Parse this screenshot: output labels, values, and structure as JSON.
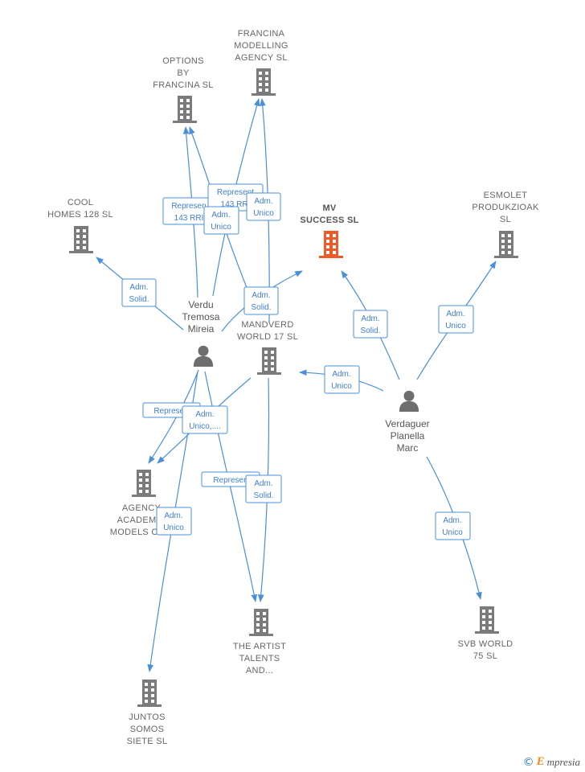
{
  "colors": {
    "edge": "#4a8fd9",
    "company_icon": "#7b7b7b",
    "focus_icon": "#f05a28",
    "person_icon": "#6e6e6e"
  },
  "nodes": [
    {
      "id": "francina_modelling",
      "type": "company",
      "lines": [
        "FRANCINA",
        "MODELLING",
        "AGENCY SL"
      ]
    },
    {
      "id": "options_francina",
      "type": "company",
      "lines": [
        "OPTIONS",
        "BY",
        "FRANCINA SL"
      ]
    },
    {
      "id": "cool_homes",
      "type": "company",
      "lines": [
        "COOL",
        "HOMES 128  SL"
      ]
    },
    {
      "id": "mv_success",
      "type": "company",
      "focus": true,
      "lines": [
        "MV",
        "SUCCESS  SL"
      ]
    },
    {
      "id": "esmolet",
      "type": "company",
      "lines": [
        "ESMOLET",
        "PRODUKZIOAK",
        "SL"
      ]
    },
    {
      "id": "verdu",
      "type": "person",
      "lines": [
        "Verdu",
        "Tremosa",
        "Mireia"
      ]
    },
    {
      "id": "mandverd",
      "type": "company",
      "lines": [
        "MANDVERD",
        "WORLD 17  SL"
      ]
    },
    {
      "id": "verdaguer",
      "type": "person",
      "lines": [
        "Verdaguer",
        "Planella",
        "Marc"
      ]
    },
    {
      "id": "agency_academy",
      "type": "company",
      "lines": [
        "AGENCY",
        "ACADEM",
        "MODELS O"
      ]
    },
    {
      "id": "artist_talents",
      "type": "company",
      "lines": [
        "THE ARTIST",
        "TALENTS",
        "AND..."
      ]
    },
    {
      "id": "svb_world",
      "type": "company",
      "lines": [
        "SVB WORLD",
        "75  SL"
      ]
    },
    {
      "id": "juntos",
      "type": "company",
      "lines": [
        "JUNTOS",
        "SOMOS",
        "SIETE  SL"
      ]
    }
  ],
  "badges": [
    {
      "id": "b_verdu_cool",
      "lines": [
        "Adm.",
        "Solid."
      ]
    },
    {
      "id": "b_repr_options",
      "lines": [
        "Represen",
        "143 RRI"
      ]
    },
    {
      "id": "b_repr_francina",
      "lines": [
        "Represent",
        "143 RRI"
      ]
    },
    {
      "id": "b_adm_unico_options",
      "lines": [
        "Adm.",
        "Unico"
      ]
    },
    {
      "id": "b_adm_unico_francina",
      "lines": [
        "Adm.",
        "Unico"
      ]
    },
    {
      "id": "b_verdu_mv",
      "lines": [
        "Adm.",
        "Solid."
      ]
    },
    {
      "id": "b_verdaguer_mv",
      "lines": [
        "Adm.",
        "Solid."
      ]
    },
    {
      "id": "b_verdaguer_esmolet",
      "lines": [
        "Adm.",
        "Unico"
      ]
    },
    {
      "id": "b_verdaguer_mandverd",
      "lines": [
        "Adm.",
        "Unico"
      ]
    },
    {
      "id": "b_repr_agency",
      "lines": [
        "Represen"
      ]
    },
    {
      "id": "b_adm_unico_agency",
      "lines": [
        "Adm.",
        "Unico,...."
      ]
    },
    {
      "id": "b_repr_artist",
      "lines": [
        "Represen"
      ]
    },
    {
      "id": "b_adm_solid_artist",
      "lines": [
        "Adm.",
        "Solid."
      ]
    },
    {
      "id": "b_adm_unico_juntos",
      "lines": [
        "Adm.",
        "Unico"
      ]
    },
    {
      "id": "b_verdaguer_svb",
      "lines": [
        "Adm.",
        "Unico"
      ]
    }
  ],
  "footer": {
    "copyright": "©",
    "brand_initial": "E",
    "brand_rest": "mpresia"
  }
}
